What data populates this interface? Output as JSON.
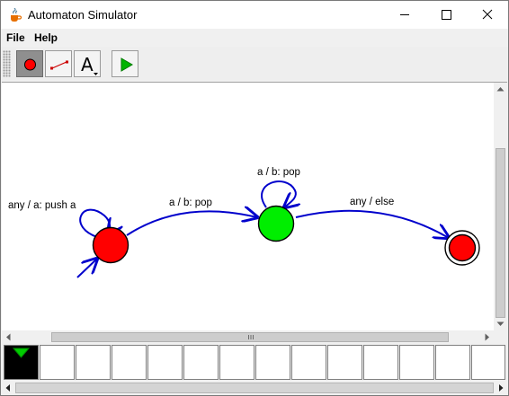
{
  "window": {
    "title": "Automaton Simulator",
    "controls": [
      "minimize",
      "maximize",
      "close"
    ]
  },
  "menu": {
    "items": [
      {
        "label": "File"
      },
      {
        "label": "Help"
      }
    ]
  },
  "toolbar": {
    "tools": [
      {
        "icon": "state-tool-icon",
        "selected": true
      },
      {
        "icon": "transition-tool-icon",
        "selected": false
      },
      {
        "icon": "text-tool-icon",
        "label": "A",
        "selected": false
      },
      {
        "icon": "play-icon",
        "selected": false
      }
    ]
  },
  "automaton": {
    "states": [
      {
        "id": "s0",
        "color": "#ff0000",
        "initial": true,
        "accepting": false
      },
      {
        "id": "s1",
        "color": "#00ee00",
        "initial": false,
        "accepting": false
      },
      {
        "id": "s2",
        "color": "#ff0000",
        "initial": false,
        "accepting": true
      }
    ],
    "transitions": [
      {
        "from": "s0",
        "to": "s0",
        "label": "any / a: push a"
      },
      {
        "from": "s0",
        "to": "s1",
        "label": "a / b: pop"
      },
      {
        "from": "s1",
        "to": "s1",
        "label": "a / b: pop"
      },
      {
        "from": "s1",
        "to": "s2",
        "label": "any / else"
      }
    ],
    "edge_color": "#0000cc"
  },
  "tape": {
    "cell_count": 14,
    "head_index": 0,
    "head_color": "#00cc00"
  }
}
